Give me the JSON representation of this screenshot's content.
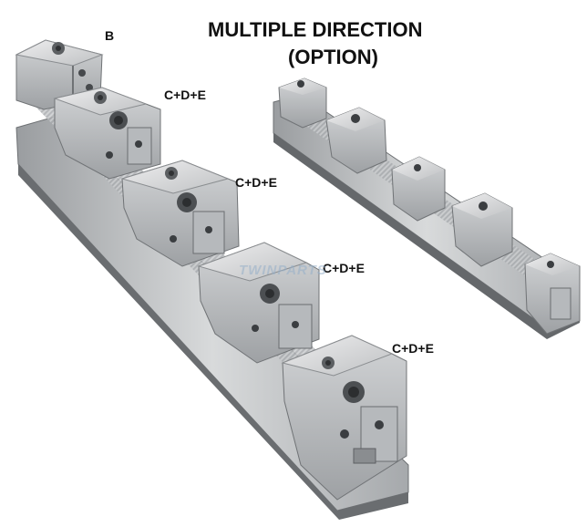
{
  "title": {
    "line1": "MULTIPLE DIRECTION",
    "line2": "(OPTION)"
  },
  "labels": {
    "b": "B",
    "cde_1": "C+D+E",
    "cde_2": "C+D+E",
    "cde_3": "C+D+E",
    "cde_4": "C+D+E"
  },
  "watermark": "TWINPARTS",
  "colors": {
    "steel_light": "#d9dadb",
    "steel_mid": "#b7b9bb",
    "steel_dark": "#7e8184",
    "shadow": "#4a4c4f",
    "background": "#ffffff"
  }
}
